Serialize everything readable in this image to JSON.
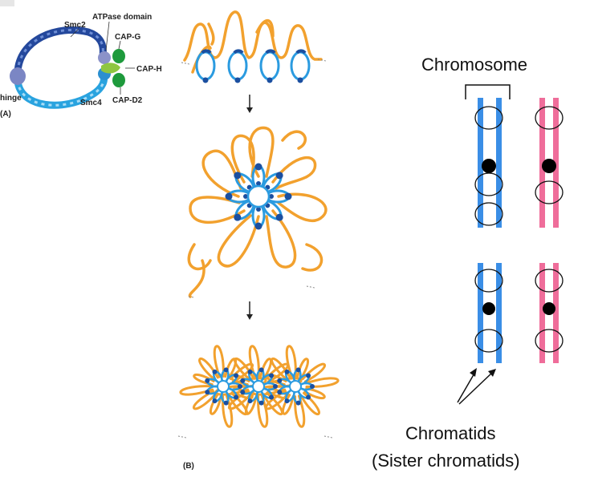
{
  "panel_a": {
    "labels": {
      "smc2": "Smc2",
      "atpase": "ATPase domain",
      "cap_g": "CAP-G",
      "cap_h": "CAP-H",
      "cap_d2": "CAP-D2",
      "hinge": "hinge",
      "smc4": "Smc4",
      "panel": "(A)"
    },
    "colors": {
      "smc_dark": "#24489c",
      "smc_light": "#29a3df",
      "cap_g": "#1e9a3c",
      "cap_h": "#8fc640",
      "hinge": "#7b86c4"
    }
  },
  "panel_b": {
    "label": "(B)",
    "colors": {
      "dna": "#f2a12e",
      "condensin_dark": "#1b4fa0",
      "condensin_light": "#2b9be0"
    }
  },
  "right": {
    "chromosome_label": "Chromosome",
    "chromatids_label": "Chromatids",
    "sister_label": "(Sister chromatids)",
    "colors": {
      "blue": "#3a8ee6",
      "pink": "#ef6d9a",
      "centromere": "#000000"
    }
  }
}
